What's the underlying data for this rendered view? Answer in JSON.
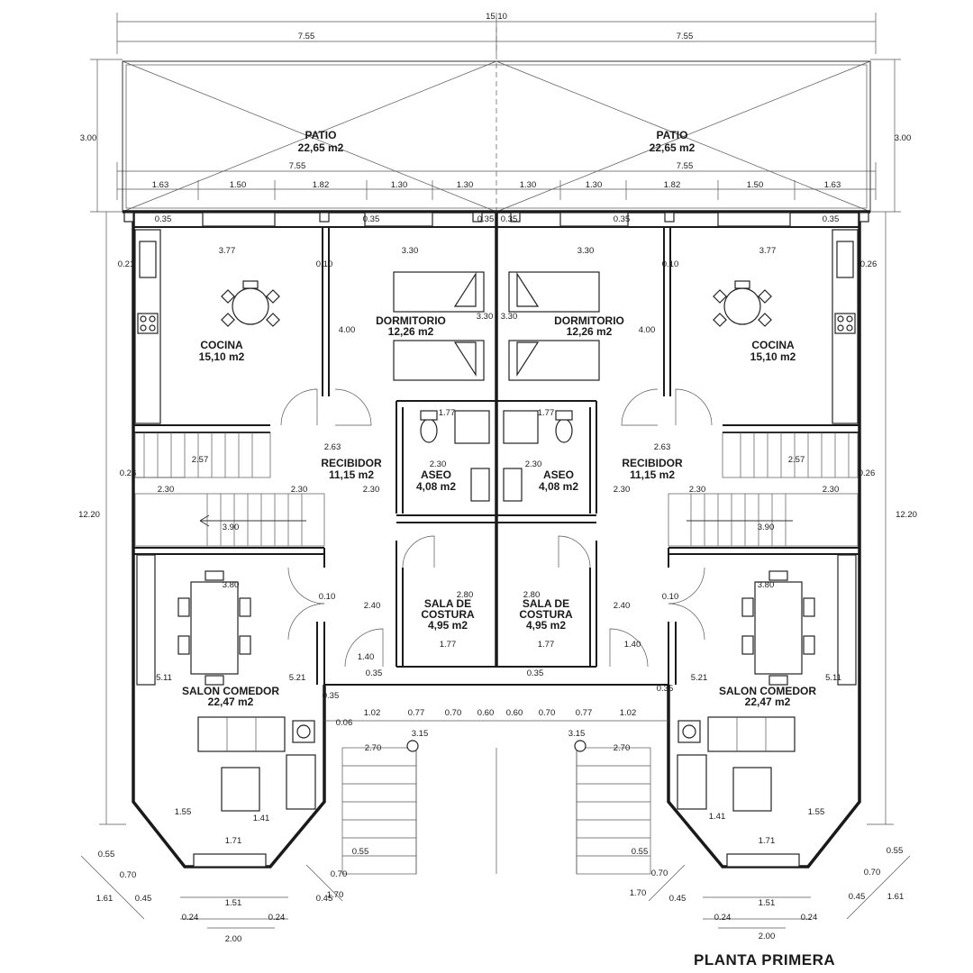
{
  "title": "PLANTA PRIMERA",
  "rooms": {
    "patio_l": {
      "name": "PATIO",
      "area": "22,65 m2"
    },
    "patio_r": {
      "name": "PATIO",
      "area": "22,65 m2"
    },
    "cocina_l": {
      "name": "COCINA",
      "area": "15,10 m2"
    },
    "cocina_r": {
      "name": "COCINA",
      "area": "15,10 m2"
    },
    "dorm_l": {
      "name": "DORMITORIO",
      "area": "12,26 m2"
    },
    "dorm_r": {
      "name": "DORMITORIO",
      "area": "12,26 m2"
    },
    "recib_l": {
      "name": "RECIBIDOR",
      "area": "11,15 m2"
    },
    "recib_r": {
      "name": "RECIBIDOR",
      "area": "11,15 m2"
    },
    "aseo_l": {
      "name": "ASEO",
      "area": "4,08 m2"
    },
    "aseo_r": {
      "name": "ASEO",
      "area": "4,08 m2"
    },
    "sala_l": {
      "name_1": "SALA DE",
      "name_2": "COSTURA",
      "area": "4,95 m2"
    },
    "sala_r": {
      "name_1": "SALA DE",
      "name_2": "COSTURA",
      "area": "4,95 m2"
    },
    "salon_l": {
      "name": "SALON COMEDOR",
      "area": "22,47 m2"
    },
    "salon_r": {
      "name": "SALON COMEDOR",
      "area": "22,47 m2"
    }
  },
  "dimensions": {
    "total_width": "15.10",
    "half_width_l": "7.55",
    "half_width_r": "7.55",
    "patio_width_l": "7.55",
    "patio_width_r": "7.55",
    "patio_depth_l": "3.00",
    "patio_depth_r": "3.00",
    "overall_depth_l": "12.20",
    "overall_depth_r": "12.20",
    "segments_l": [
      "1.63",
      "1.50",
      "1.82",
      "1.30",
      "1.30"
    ],
    "segments_r": [
      "1.30",
      "1.30",
      "1.82",
      "1.50",
      "1.63"
    ],
    "wall_035": "0.35",
    "wall_010": "0.10",
    "wall_026": "0.26",
    "wall_021": "0.21",
    "cocina_w": "3.77",
    "dorm_w": "3.30",
    "dorm_d": "4.00",
    "dorm_mid": "3.30",
    "recib_w": "2.63",
    "stair_w": "2.57",
    "stair_run": "2.30",
    "aseo_w": "2.30",
    "aseo_fix": "1.77",
    "stair_len": "3.90",
    "salon_w": "3.80",
    "sala_w": "2.80",
    "sala_fix": "1.77",
    "recib_d": "2.40",
    "door_140": "1.40",
    "salon_side_l": "5.11",
    "salon_side_r": "5.21",
    "front_segs_l": [
      "1.02",
      "0.77",
      "0.70",
      "0.60"
    ],
    "front_segs_r": [
      "0.60",
      "0.70",
      "0.77",
      "1.02"
    ],
    "porch_w": "3.15",
    "porch_d": "2.70",
    "setback": "0.06",
    "bay_diag": "1.55",
    "bay_side": "1.41",
    "bay_front": "1.71",
    "bay_window": "1.51",
    "bay_width": "2.00",
    "bay_pier": "0.24",
    "bay_a": "0.55",
    "bay_b": "0.70",
    "bay_c": "0.45",
    "bay_total": "1.61",
    "entry_d": "1.70"
  }
}
